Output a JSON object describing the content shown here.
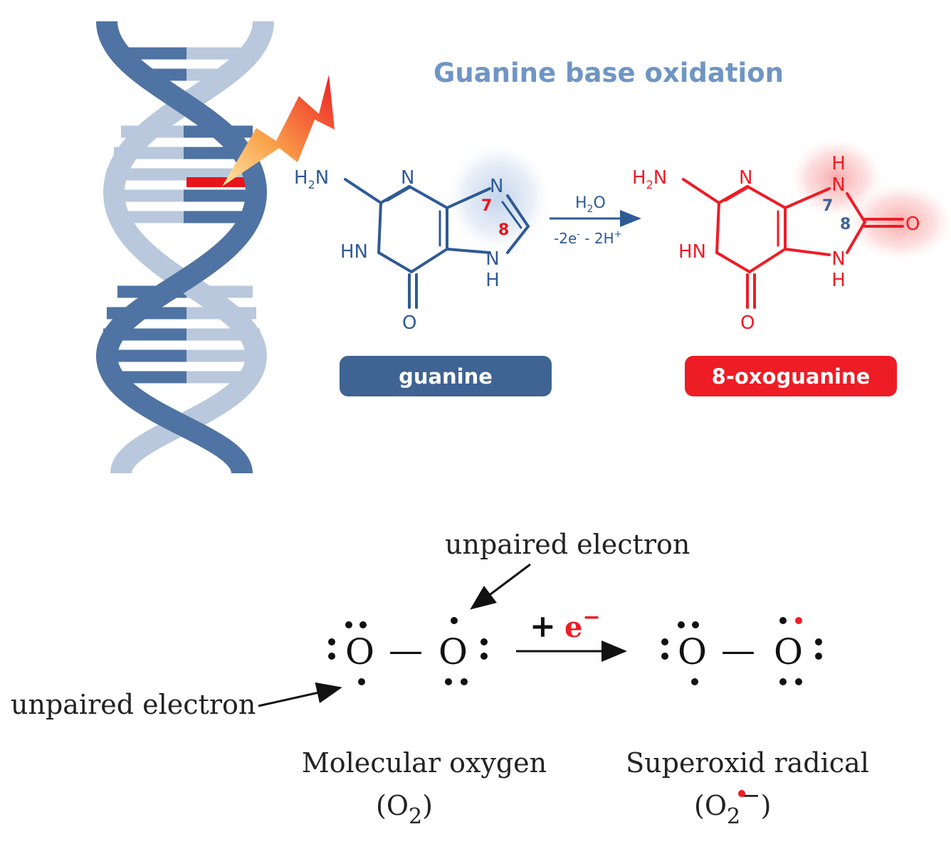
{
  "title": "Guanine base oxidation",
  "guanine": {
    "atoms": {
      "h2n_main": "H",
      "h2n_sub": "2",
      "h2n_n": "N",
      "n_top": "N",
      "n7": "N",
      "hn": "HN",
      "nh_n": "N",
      "nh_h": "H",
      "o": "O"
    },
    "pos7": "7",
    "pos8": "8",
    "label": "guanine"
  },
  "reaction_arrow": {
    "above_main": "H",
    "above_sub": "2",
    "above_o": "O",
    "below_a": "-2e",
    "below_a_sup": "-",
    "below_b": " - 2H",
    "below_b_sup": "+"
  },
  "oxoguanine": {
    "atoms": {
      "h2n_main": "H",
      "h2n_sub": "2",
      "h2n_n": "N",
      "n_top": "N",
      "n7_n": "N",
      "n7_h": "H",
      "hn": "HN",
      "n9_n": "N",
      "n9_h": "H",
      "o_bottom": "O",
      "o_right": "O"
    },
    "pos7": "7",
    "pos8": "8",
    "label": "8-oxoguanine"
  },
  "oxygen": {
    "top_callout": "unpaired electron",
    "left_callout": "unpaired electron",
    "atom": "O",
    "bond": "—",
    "plus": "+",
    "electron": "e",
    "electron_charge": "−",
    "molecular_label": "Molecular oxygen",
    "molecular_formula_open": "(O",
    "molecular_formula_sub": "2",
    "molecular_formula_close": ")",
    "superoxide_label": "Superoxid radical",
    "superoxide_formula_open": "(O",
    "superoxide_formula_sub": "2",
    "superoxide_formula_charge": "−",
    "superoxide_formula_close": ")"
  },
  "colors": {
    "dna_dark": "#4f73a3",
    "dna_light": "#b9c8dc",
    "damage_red": "#e8141b",
    "title_blue": "#6f95c4",
    "guanine_blue": "#2f5a95",
    "label_blue": "#3f6393",
    "oxo_red": "#ee1c25",
    "glow_blue": "#bfd1ea",
    "glow_red": "#f8b3b3"
  }
}
